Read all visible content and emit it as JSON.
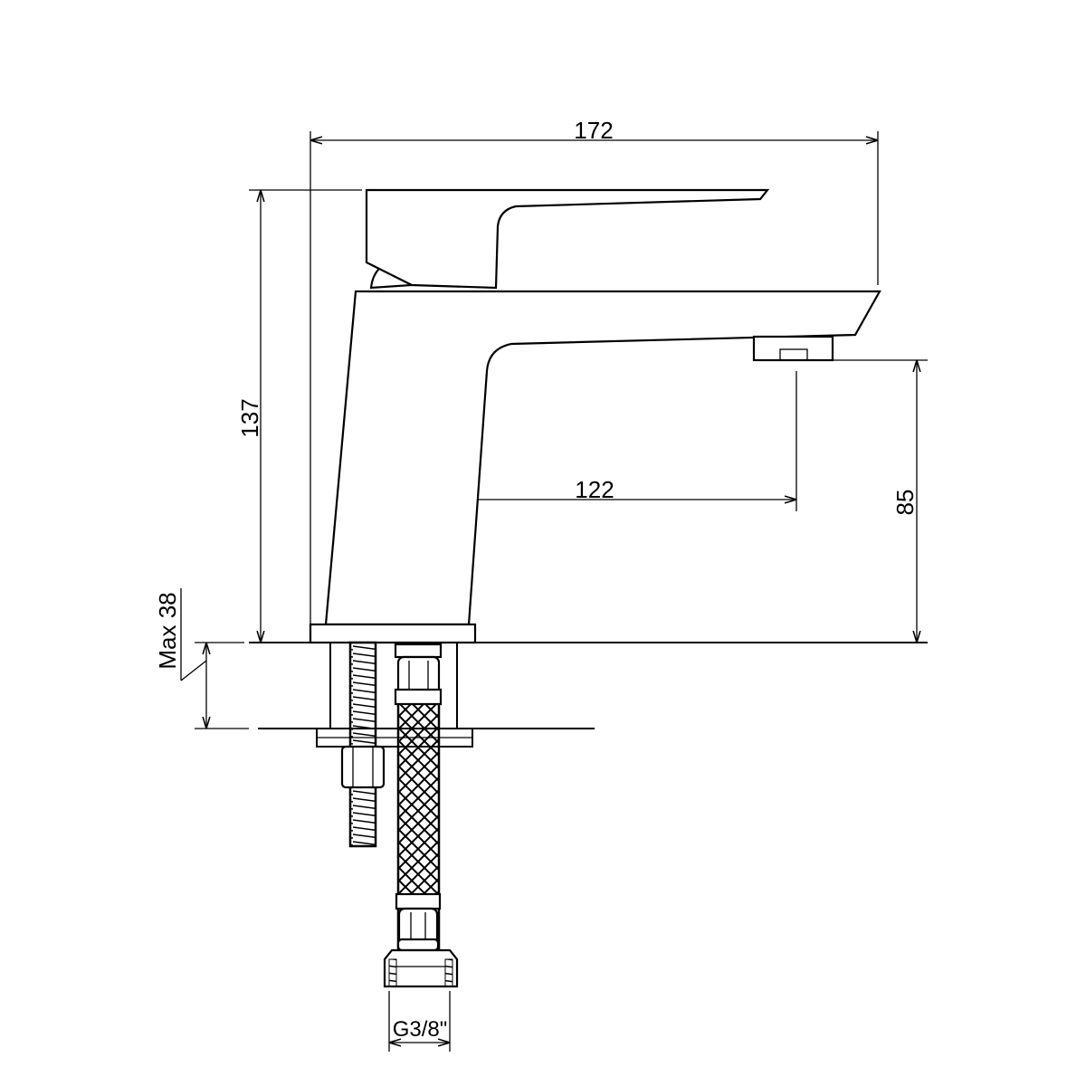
{
  "drawing": {
    "title_hidden": false,
    "dimensions": {
      "overall_length": "172",
      "overall_height": "137",
      "spout_reach": "122",
      "spout_height": "85",
      "max_counter_thickness": "Max 38",
      "connection": "G3/8\""
    },
    "line_color": "#000000",
    "background_color": "#ffffff"
  }
}
